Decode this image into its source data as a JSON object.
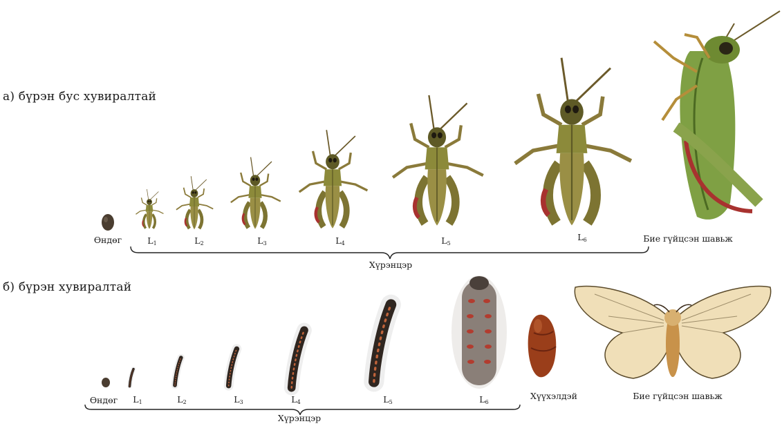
{
  "row_a": {
    "title": "а) бүрэн бус хувиралтай",
    "egg_label": "Өндөг",
    "stages": [
      {
        "main": "L",
        "sub": "1"
      },
      {
        "main": "L",
        "sub": "2"
      },
      {
        "main": "L",
        "sub": "3"
      },
      {
        "main": "L",
        "sub": "4"
      },
      {
        "main": "L",
        "sub": "5"
      },
      {
        "main": "L",
        "sub": "6"
      }
    ],
    "adult_label": "Бие гүйцсэн шавьж",
    "bracket_label": "Хүрэнцэр",
    "subject_icon": "grasshopper-icon"
  },
  "row_b": {
    "title": "б) бүрэн хувиралтай",
    "egg_label": "Өндөг",
    "stages": [
      {
        "main": "L",
        "sub": "1"
      },
      {
        "main": "L",
        "sub": "2"
      },
      {
        "main": "L",
        "sub": "3"
      },
      {
        "main": "L",
        "sub": "4"
      },
      {
        "main": "L",
        "sub": "5"
      },
      {
        "main": "L",
        "sub": "6"
      }
    ],
    "pupa_label": "Хүүхэлдэй",
    "adult_label": "Бие гүйцсэн шавьж",
    "bracket_label": "Хүрэнцэр",
    "subject_icon": "caterpillar-icon",
    "adult_icon": "moth-icon"
  },
  "colors": {
    "grasshopper_body": "#8c8a3a",
    "grasshopper_dark": "#5e5a26",
    "grasshopper_adult": "#7fa044",
    "grasshopper_red": "#a8322f",
    "caterpillar_body": "#2f2620",
    "caterpillar_spot": "#c0633a",
    "caterpillar_big": "#8a7f78",
    "pupa": "#9a3e1a",
    "moth_wing": "#f0dfb8",
    "egg": "#4a3d30"
  }
}
